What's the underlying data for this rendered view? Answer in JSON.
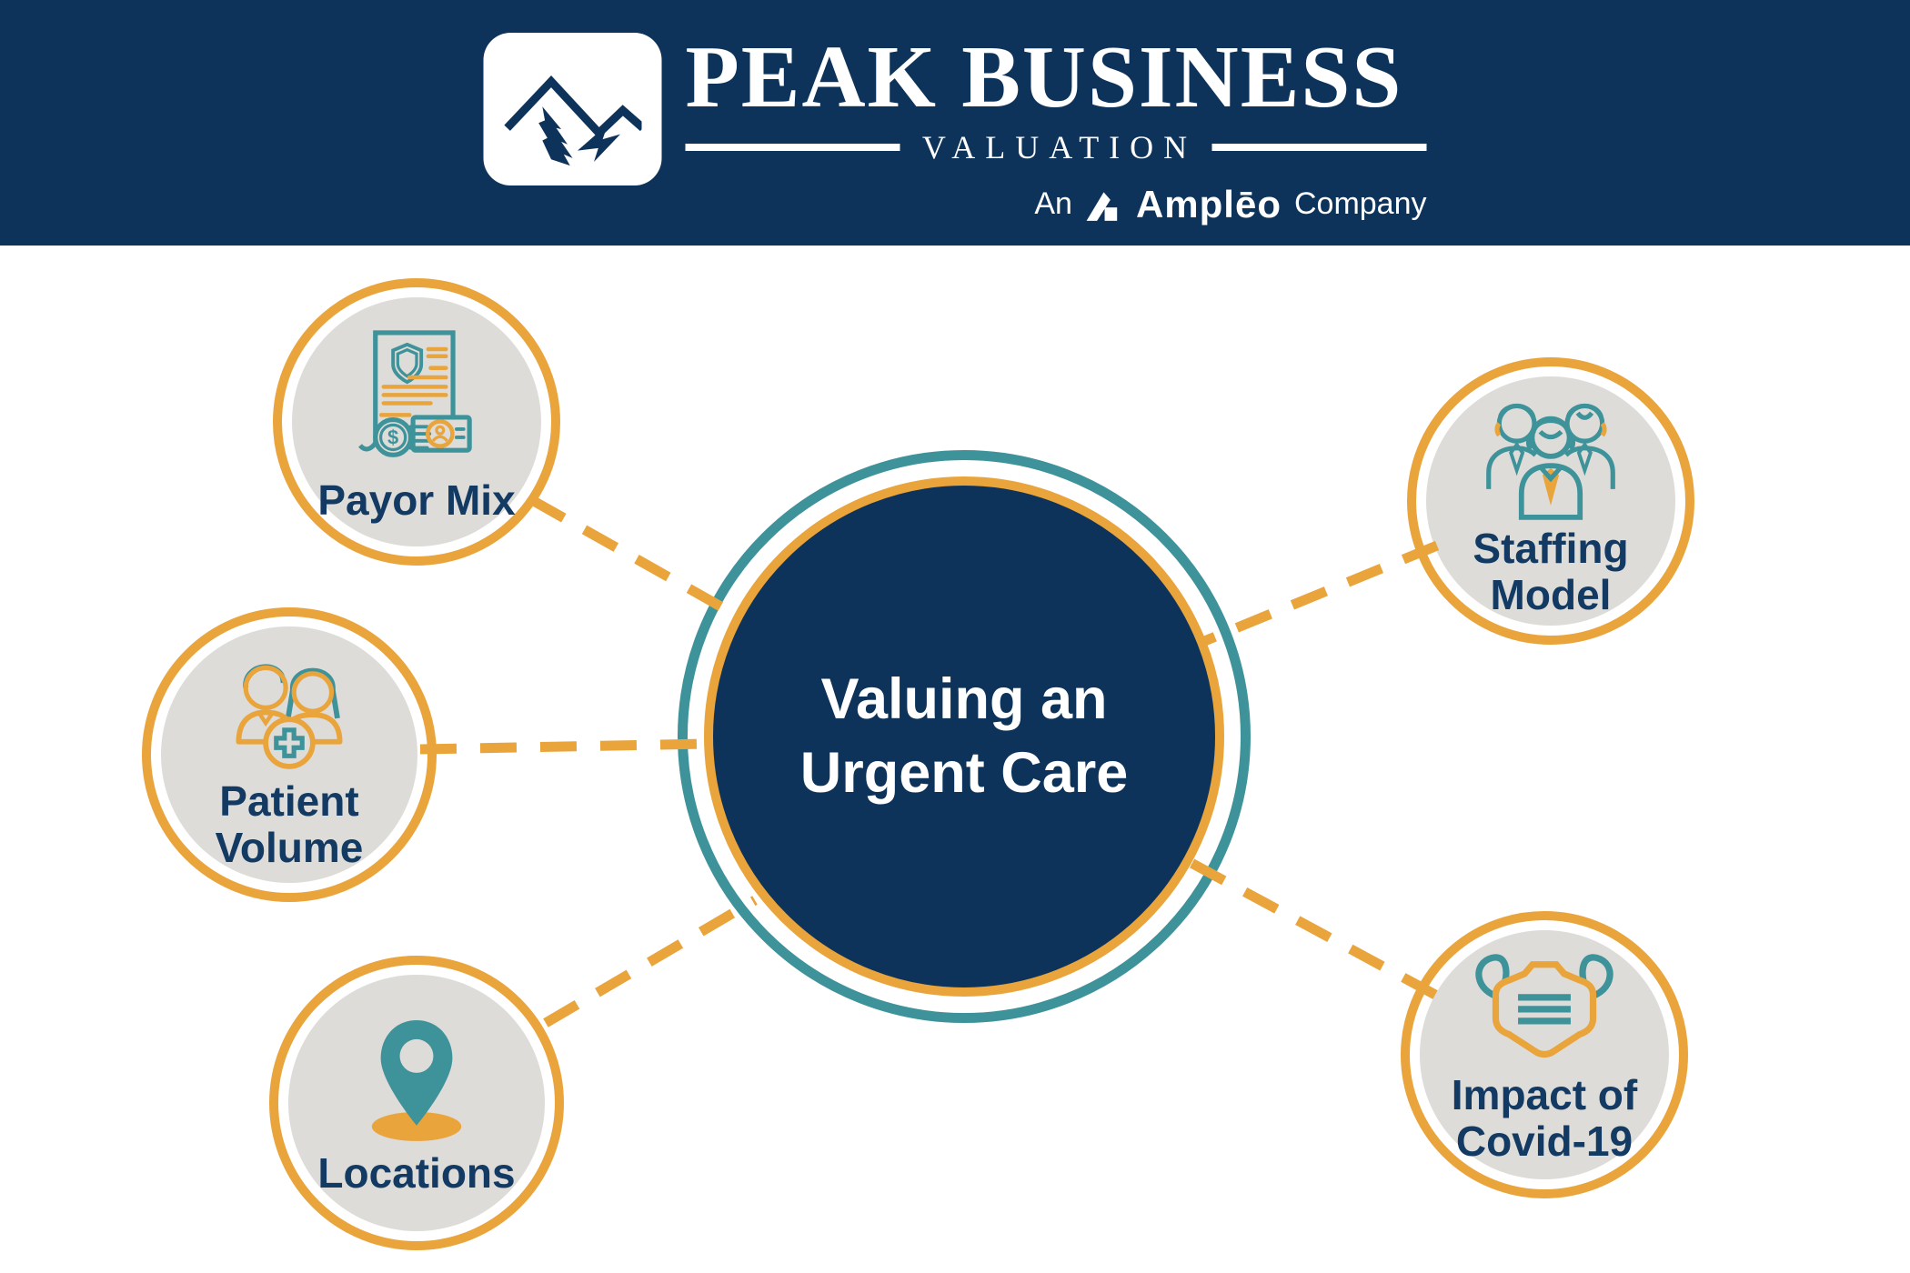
{
  "colors": {
    "navy": "#0e335a",
    "orange": "#e9a43c",
    "teal": "#3e929a",
    "circle_gray": "#dedcd8",
    "label_navy": "#123a63"
  },
  "header": {
    "brand_line1": "PEAK BUSINESS",
    "brand_line2": "VALUATION",
    "byline_prefix": "An",
    "byline_brand": "Amplēo",
    "byline_suffix": "Company"
  },
  "center": {
    "line1": "Valuing an",
    "line2": "Urgent Care"
  },
  "nodes": [
    {
      "id": "payor-mix",
      "line1": "Payor Mix",
      "line2": "",
      "icon": "insurance-document-icon"
    },
    {
      "id": "patient-volume",
      "line1": "Patient",
      "line2": "Volume",
      "icon": "patients-icon"
    },
    {
      "id": "locations",
      "line1": "Locations",
      "line2": "",
      "icon": "map-pin-icon"
    },
    {
      "id": "staffing-model",
      "line1": "Staffing",
      "line2": "Model",
      "icon": "staff-team-icon"
    },
    {
      "id": "impact-covid",
      "line1": "Impact of",
      "line2": "Covid-19",
      "icon": "face-mask-icon"
    }
  ]
}
